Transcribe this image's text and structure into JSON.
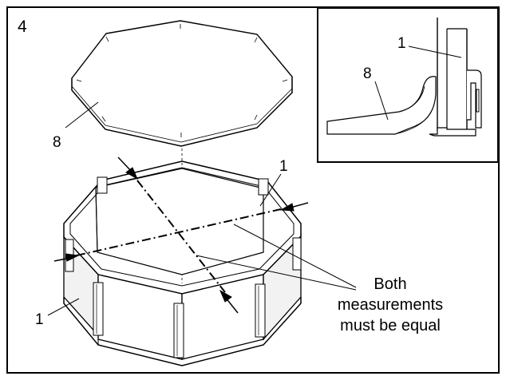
{
  "step_number": "4",
  "labels": {
    "part_top_cover": "8",
    "part_wall_upper": "1",
    "part_wall_lower": "1",
    "inset_part_wall": "1",
    "inset_part_cover": "8"
  },
  "note_lines": [
    "Both",
    "measurements",
    "must be equal"
  ],
  "colors": {
    "line": "#000000",
    "fill": "#ffffff",
    "wall_shade": "#f2f2f2"
  }
}
